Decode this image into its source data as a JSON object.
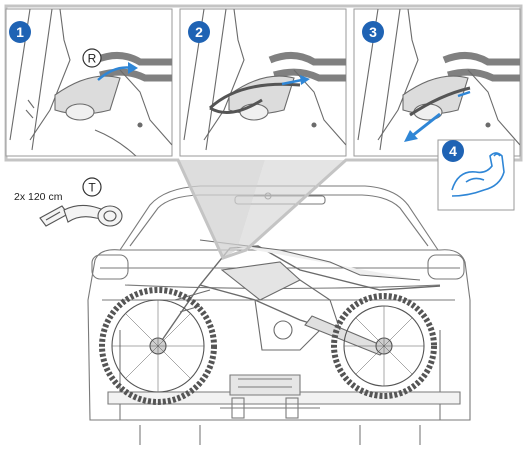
{
  "steps": [
    {
      "number": "1",
      "part_label": "R"
    },
    {
      "number": "2"
    },
    {
      "number": "3"
    },
    {
      "number": "4"
    }
  ],
  "strap": {
    "quantity_text": "2x 120 cm",
    "part_label": "T"
  },
  "colors": {
    "step_badge": "#1f63b4",
    "strap_arrow": "#2f86d6",
    "panel_border": "#9a9a9a",
    "line_art": "#6b6b6b",
    "frame_fill": "#d2d2d2"
  }
}
